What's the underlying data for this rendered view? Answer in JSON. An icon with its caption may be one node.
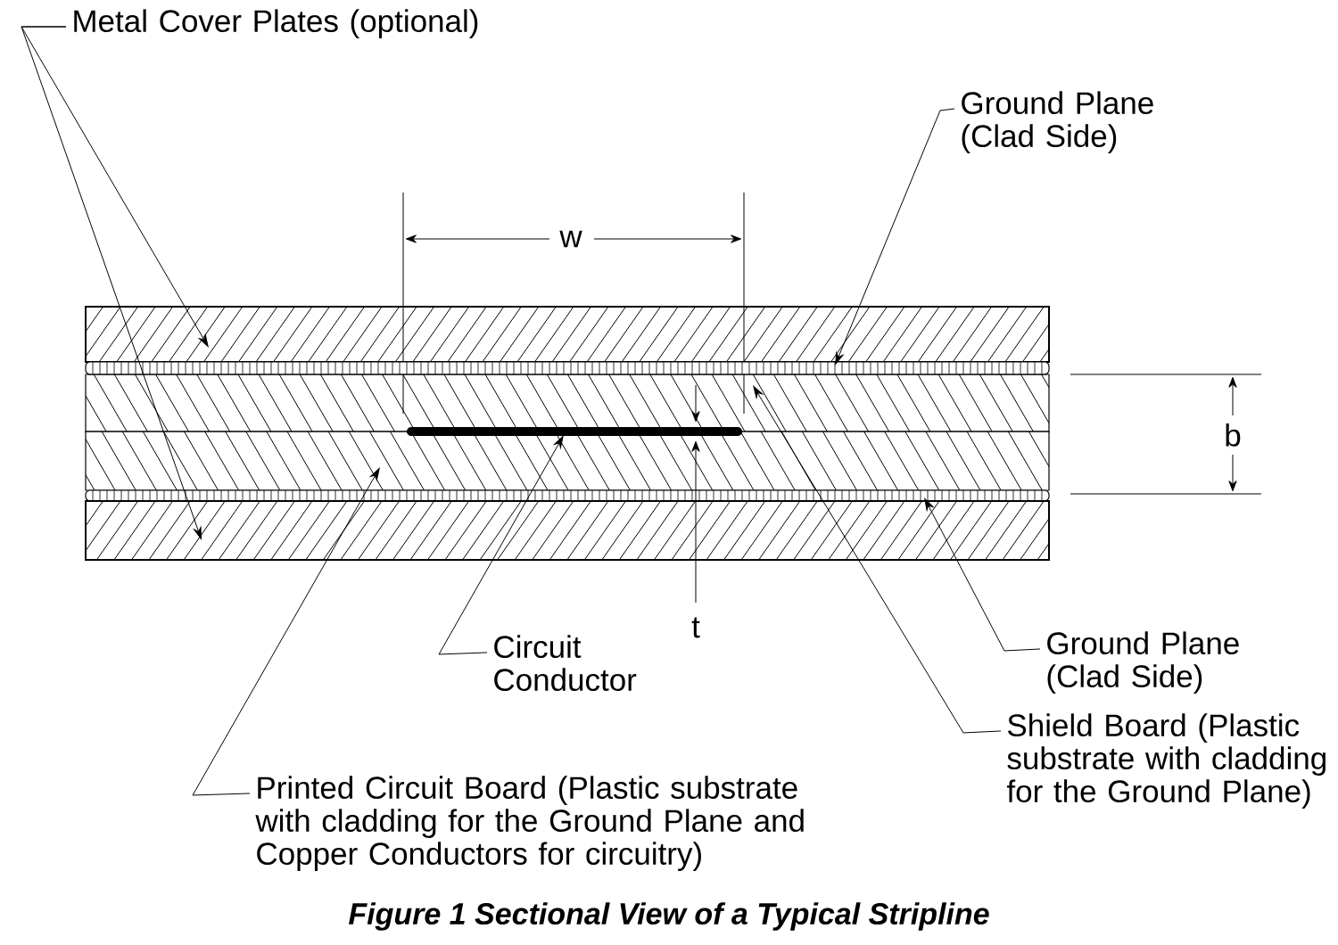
{
  "diagram": {
    "caption": "Figure 1 Sectional View of a Typical Stripline",
    "nodes": [
      {
        "text": [
          "Metal Cover Plates (optional)"
        ]
      },
      {
        "text": [
          "Ground Plane (Clad Side)"
        ]
      },
      {
        "text": [],
        "shape": "box"
      },
      {
        "text": [],
        "shape": "bar"
      },
      {
        "text": [],
        "shape": "box"
      },
      {
        "text": [],
        "shape": "bar"
      },
      {
        "text": [],
        "shape": "box"
      },
      {
        "text": [],
        "shape": "bar"
      },
      {
        "text": [],
        "shape": "box"
      },
      {
        "text": [
          "Circuit Conductor"
        ]
      },
      {
        "text": [
          "Ground Plane (Clad Side)"
        ]
      },
      {
        "text": [
          "Shield Board (Plastic substrate with cladding for the Ground Plane)"
        ]
      },
      {
        "text": [
          "Printed Circuit Board (Plastic substrate with cladding for the Ground Plane and Copper Conductors for circuitry)"
        ]
      }
    ],
    "edges": [
      {
        "from": 0,
        "to": 2,
        "arrow": "to"
      },
      {
        "from": 0,
        "to": 8,
        "arrow": "to"
      },
      {
        "from": 1,
        "to": 3,
        "arrow": "to"
      },
      {
        "from": 9,
        "to": 5,
        "arrow": "to"
      },
      {
        "from": 10,
        "to": 7,
        "arrow": "to"
      },
      {
        "from": 11,
        "to": 4,
        "arrow": "to"
      },
      {
        "from": 12,
        "to": 6,
        "arrow": "to"
      }
    ],
    "labels": [
      "w",
      "b",
      "t"
    ]
  }
}
